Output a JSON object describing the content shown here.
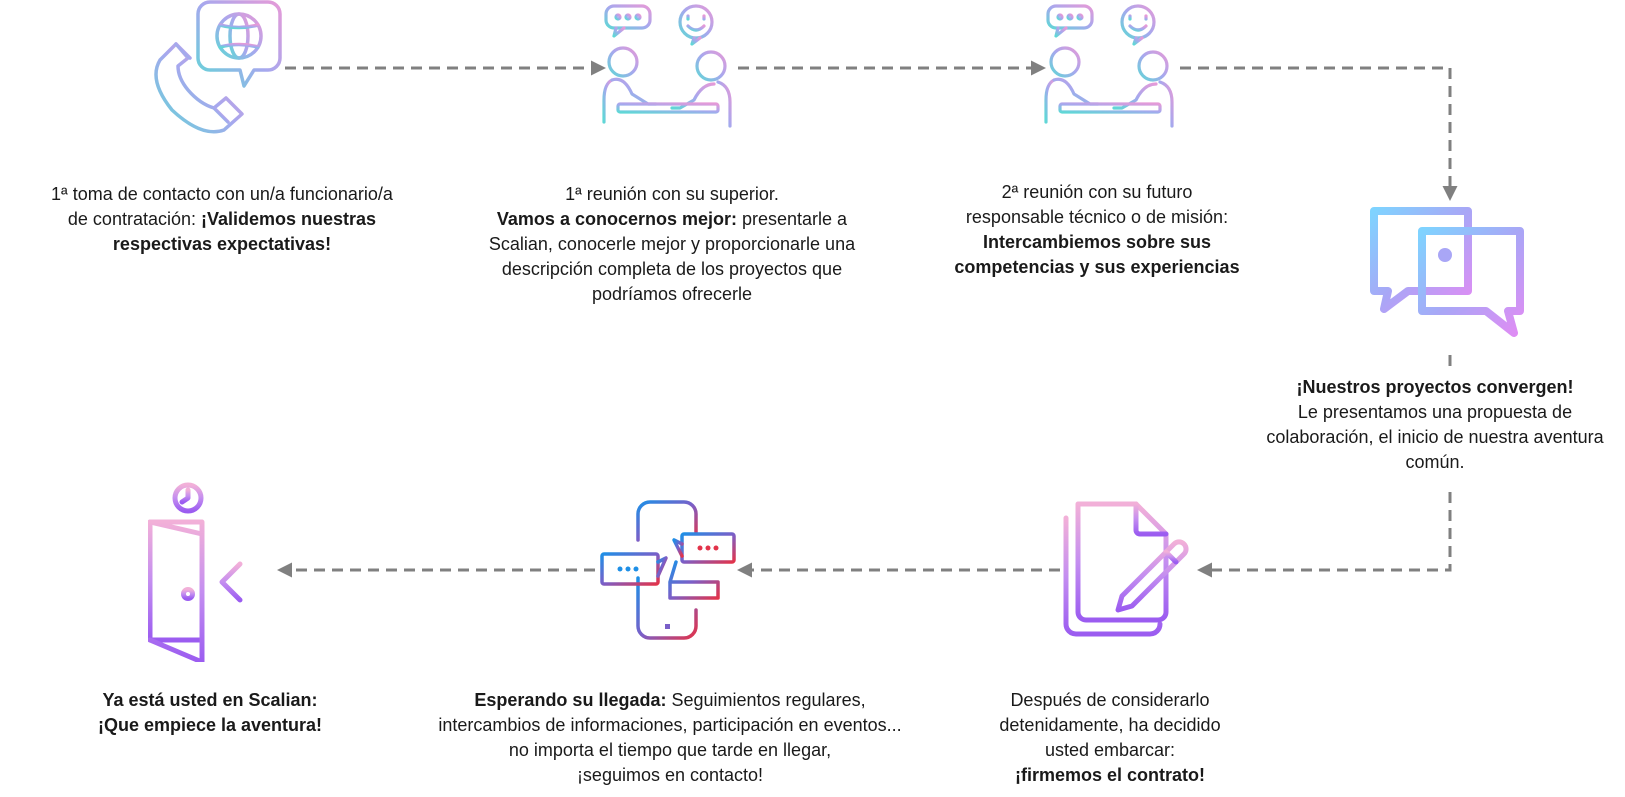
{
  "colors": {
    "connector": "#808080",
    "gradient_teal": "#5fd8d6",
    "gradient_purple": "#b48cf0",
    "gradient_pink": "#e59ad8",
    "gradient_blue": "#1e8fe6",
    "gradient_red": "#e2334a",
    "gradient_violet": "#9b5cf0",
    "gradient_sky": "#7fd3ff"
  },
  "steps": [
    {
      "icon": "phone-globe-icon",
      "lines": [
        [
          {
            "t": "1ª toma de contacto con un/a funcionario/a",
            "b": false
          }
        ],
        [
          {
            "t": "de contratación: ",
            "b": false
          },
          {
            "t": "¡Validemos nuestras",
            "b": true
          }
        ],
        [
          {
            "t": "respectivas expectativas!",
            "b": true
          }
        ]
      ]
    },
    {
      "icon": "meeting-icon",
      "lines": [
        [
          {
            "t": "1ª reunión con su superior.",
            "b": false
          }
        ],
        [
          {
            "t": "Vamos a conocernos mejor:",
            "b": true
          },
          {
            "t": " presentarle a",
            "b": false
          }
        ],
        [
          {
            "t": "Scalian, conocerle mejor y proporcionarle una",
            "b": false
          }
        ],
        [
          {
            "t": "descripción completa de los proyectos que",
            "b": false
          }
        ],
        [
          {
            "t": "podríamos ofrecerle",
            "b": false
          }
        ]
      ]
    },
    {
      "icon": "meeting-icon",
      "lines": [
        [
          {
            "t": "2ª reunión con su futuro",
            "b": false
          }
        ],
        [
          {
            "t": "responsable técnico o de misión:",
            "b": false
          }
        ],
        [
          {
            "t": "Intercambiemos sobre sus",
            "b": true
          }
        ],
        [
          {
            "t": "competencias y sus experiencias",
            "b": true
          }
        ]
      ]
    },
    {
      "icon": "chat-bubbles-icon",
      "lines": [
        [
          {
            "t": "¡Nuestros proyectos convergen!",
            "b": true
          }
        ],
        [
          {
            "t": "Le presentamos una propuesta de",
            "b": false
          }
        ],
        [
          {
            "t": "colaboración, el inicio de nuestra aventura",
            "b": false
          }
        ],
        [
          {
            "t": "común.",
            "b": false
          }
        ]
      ]
    },
    {
      "icon": "contract-signing-icon",
      "lines": [
        [
          {
            "t": "Después de considerarlo",
            "b": false
          }
        ],
        [
          {
            "t": "detenidamente, ha decidido",
            "b": false
          }
        ],
        [
          {
            "t": "usted embarcar:",
            "b": false
          }
        ],
        [
          {
            "t": "¡firmemos el contrato!",
            "b": true
          }
        ]
      ]
    },
    {
      "icon": "phone-chat-icon",
      "lines": [
        [
          {
            "t": "Esperando su llegada:",
            "b": true
          },
          {
            "t": " Seguimientos regulares,",
            "b": false
          }
        ],
        [
          {
            "t": "intercambios de informaciones, participación en eventos...",
            "b": false
          }
        ],
        [
          {
            "t": "no importa el tiempo que tarde en llegar,",
            "b": false
          }
        ],
        [
          {
            "t": "¡seguimos en contacto!",
            "b": false
          }
        ]
      ]
    },
    {
      "icon": "door-enter-icon",
      "lines": [
        [
          {
            "t": "Ya está usted en Scalian:",
            "b": true
          }
        ],
        [
          {
            "t": "¡Que empiece la aventura!",
            "b": true
          }
        ]
      ]
    }
  ]
}
